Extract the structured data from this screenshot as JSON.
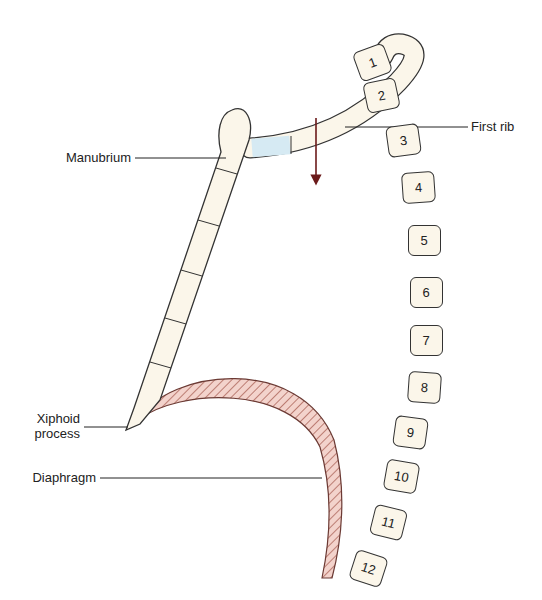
{
  "diagram": {
    "nodes": [
      {
        "text": [
          "1"
        ]
      },
      {
        "text": [
          "2"
        ]
      },
      {
        "text": [
          "3"
        ]
      },
      {
        "text": [
          "4"
        ]
      },
      {
        "text": [
          "5"
        ]
      },
      {
        "text": [
          "6"
        ]
      },
      {
        "text": [
          "7"
        ]
      },
      {
        "text": [
          "8"
        ]
      },
      {
        "text": [
          "9"
        ]
      },
      {
        "text": [
          "10"
        ]
      },
      {
        "text": [
          "11"
        ]
      },
      {
        "text": [
          "12"
        ]
      }
    ],
    "labels": [
      "Manubrium",
      "First rib",
      "Xiphoid process",
      "Diaphragm"
    ]
  }
}
